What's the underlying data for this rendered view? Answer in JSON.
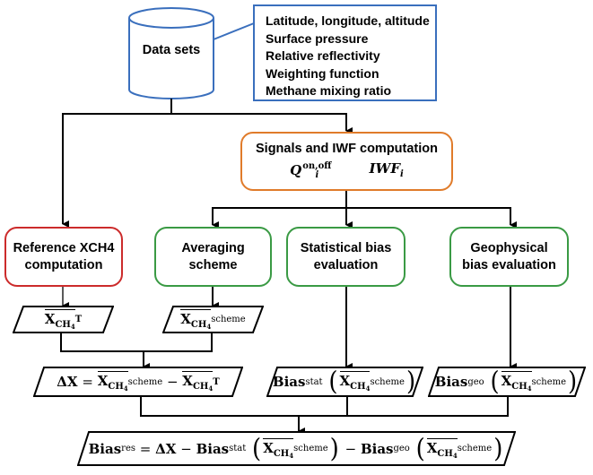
{
  "colors": {
    "datasets": "#3a6fbd",
    "signals": "#e07b2a",
    "reference": "#cc2b2b",
    "green_steps": "#3a9a44",
    "connector": "#000000"
  },
  "datasets": {
    "label": "Data sets",
    "shape": "cylinder-icon"
  },
  "data_items": [
    "Latitude, longitude, altitude",
    "Surface pressure",
    "Relative reflectivity",
    "Weighting function",
    "Methane mixing ratio"
  ],
  "signals": {
    "title": "Signals and IWF computation",
    "q_base": "Q",
    "q_sub": "i",
    "q_sup": "on,off",
    "iwf_base": "IWF",
    "iwf_sub": "i"
  },
  "steps": {
    "reference": [
      "Reference XCH4",
      "computation"
    ],
    "averaging": [
      "Averaging",
      "scheme"
    ],
    "statistical": [
      "Statistical bias",
      "evaluation"
    ],
    "geophysical": [
      "Geophysical",
      "bias evaluation"
    ]
  },
  "math": {
    "x": "X",
    "ch": "CH",
    "four": "4",
    "sup_T": "T",
    "sup_scheme": "scheme",
    "delta_x": "ΔX",
    "equals": "=",
    "minus": "−",
    "bias": "Bias",
    "sub_stat": "stat",
    "sub_geo": "geo",
    "sub_res": "res",
    "lparen": "(",
    "rparen": ")"
  }
}
